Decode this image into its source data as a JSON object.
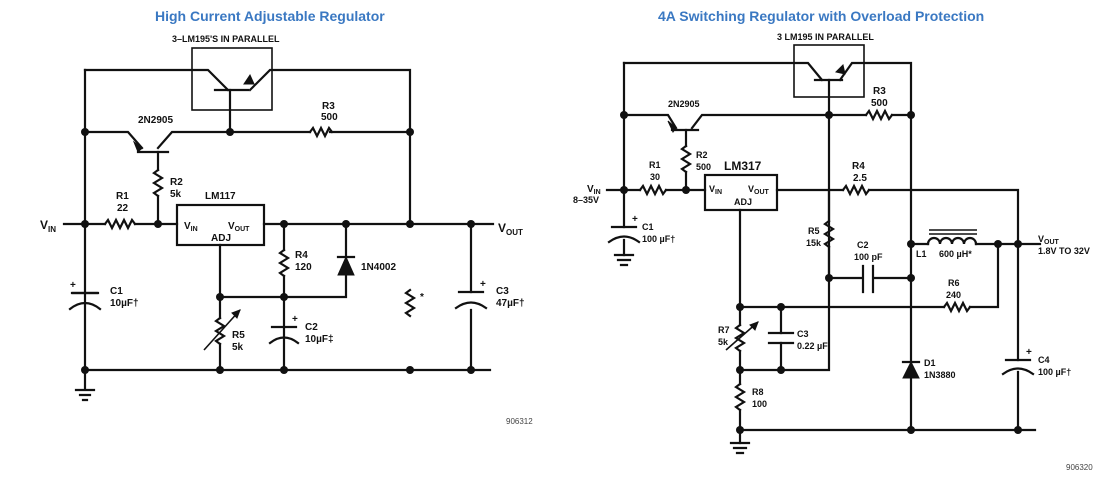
{
  "diagram1": {
    "title": "High Current Adjustable Regulator",
    "parallel_label": "3–LM195'S IN PARALLEL",
    "transistor": "2N2905",
    "regulator": {
      "name": "LM117",
      "pin_in": "VIN",
      "pin_out": "VOUT",
      "pin_adj": "ADJ"
    },
    "vin_label": "VIN",
    "vout_label": "VOUT",
    "components": {
      "R1": {
        "ref": "R1",
        "value": "22"
      },
      "R2": {
        "ref": "R2",
        "value": "5k"
      },
      "R3": {
        "ref": "R3",
        "value": "500"
      },
      "R4": {
        "ref": "R4",
        "value": "120"
      },
      "R5": {
        "ref": "R5",
        "value": "5k"
      },
      "C1": {
        "ref": "C1",
        "value": "10µF†"
      },
      "C2": {
        "ref": "C2",
        "value": "10µF‡"
      },
      "C3": {
        "ref": "C3",
        "value": "47µF†"
      },
      "D1": {
        "ref": "1N4002"
      },
      "Rload": {
        "ref": "*"
      }
    },
    "figure_number": "906312"
  },
  "diagram2": {
    "title": "4A Switching Regulator with Overload Protection",
    "parallel_label": "3  LM195 IN PARALLEL",
    "transistor": "2N2905",
    "regulator": {
      "name": "LM317",
      "pin_in": "VIN",
      "pin_out": "VOUT",
      "pin_adj": "ADJ"
    },
    "vin_label": "VIN",
    "vin_range": "8–35V",
    "vout_label": "VOUT",
    "vout_range": "1.8V TO 32V",
    "components": {
      "R1": {
        "ref": "R1",
        "value": "30"
      },
      "R2": {
        "ref": "R2",
        "value": "500"
      },
      "R3": {
        "ref": "R3",
        "value": "500"
      },
      "R4": {
        "ref": "R4",
        "value": "2.5"
      },
      "R5": {
        "ref": "R5",
        "value": "15k"
      },
      "R6": {
        "ref": "R6",
        "value": "240"
      },
      "R7": {
        "ref": "R7",
        "value": "5k"
      },
      "R8": {
        "ref": "R8",
        "value": "100"
      },
      "C1": {
        "ref": "C1",
        "value": "100 µF†"
      },
      "C2": {
        "ref": "C2",
        "value": "100 pF"
      },
      "C3": {
        "ref": "C3",
        "value": "0.22 µF"
      },
      "C4": {
        "ref": "C4",
        "value": "100 µF†"
      },
      "L1": {
        "ref": "L1",
        "value": "600 µH*"
      },
      "D1": {
        "ref": "D1",
        "value": "1N3880"
      }
    },
    "figure_number": "906320"
  }
}
